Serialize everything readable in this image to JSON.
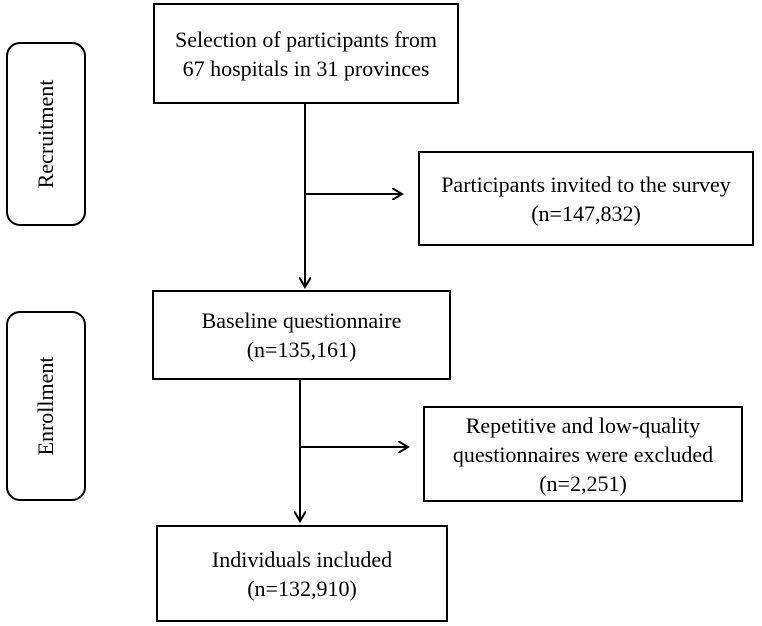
{
  "stages": {
    "recruitment": {
      "label": "Recruitment"
    },
    "enrollment": {
      "label": "Enrollment"
    }
  },
  "boxes": {
    "selection": {
      "line1": "Selection of participants from",
      "line2": "67 hospitals in 31 provinces"
    },
    "invited": {
      "line1": "Participants invited to the survey",
      "line2": "(n=147,832)"
    },
    "baseline": {
      "line1": "Baseline questionnaire",
      "line2": "(n=135,161)"
    },
    "excluded": {
      "line1": "Repetitive and low-quality",
      "line2": "questionnaires were excluded",
      "line3": "(n=2,251)"
    },
    "included": {
      "line1": "Individuals included",
      "line2": "(n=132,910)"
    }
  },
  "colors": {
    "line": "#000000",
    "background": "#ffffff"
  }
}
